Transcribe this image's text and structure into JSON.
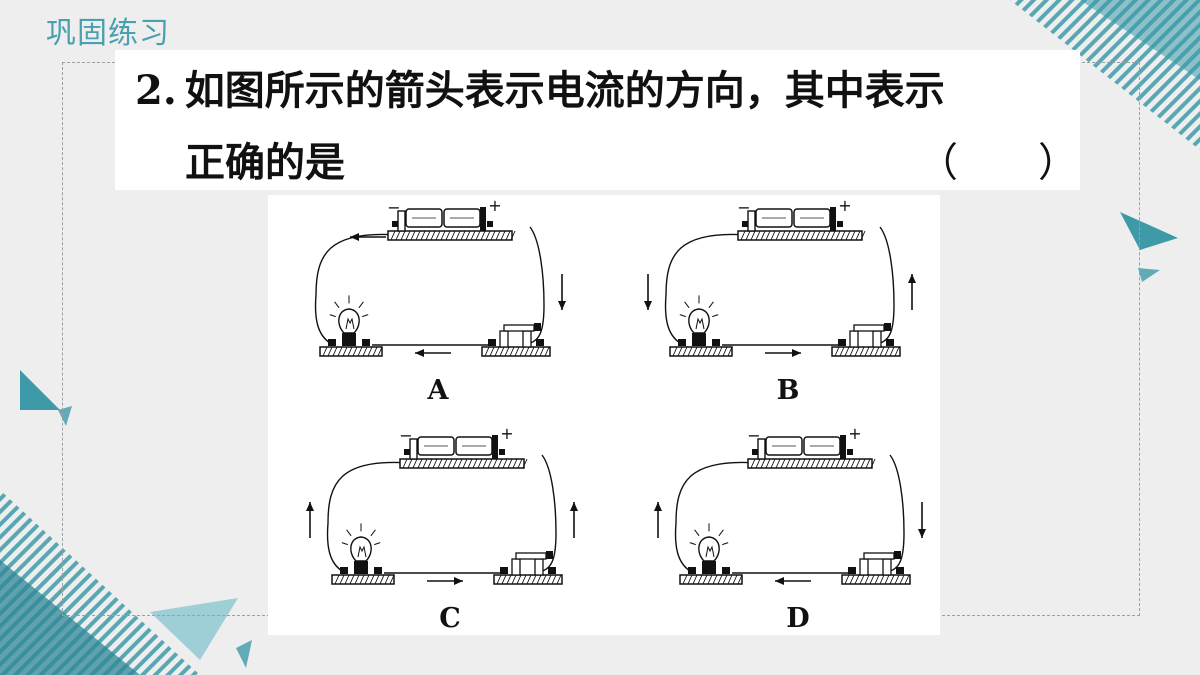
{
  "header": {
    "section_title": "巩固练习"
  },
  "question": {
    "number": "2.",
    "line1": "如图所示的箭头表示电流的方向，其中表示",
    "line2": "正确的是",
    "answer_bracket": "（　　）"
  },
  "figure": {
    "options": [
      {
        "label": "A",
        "arrows": [
          "left",
          "down",
          "left"
        ]
      },
      {
        "label": "B",
        "arrows": [
          "down",
          "up",
          "right"
        ]
      },
      {
        "label": "C",
        "arrows": [
          "up",
          "up",
          "right"
        ]
      },
      {
        "label": "D",
        "arrows": [
          "up",
          "down",
          "left"
        ]
      }
    ],
    "battery_minus": "−",
    "battery_plus": "+"
  },
  "colors": {
    "accent": "#3e9aa8",
    "accent_dark": "#2f8796",
    "title_text": "#4aa0ae",
    "text": "#111111"
  }
}
